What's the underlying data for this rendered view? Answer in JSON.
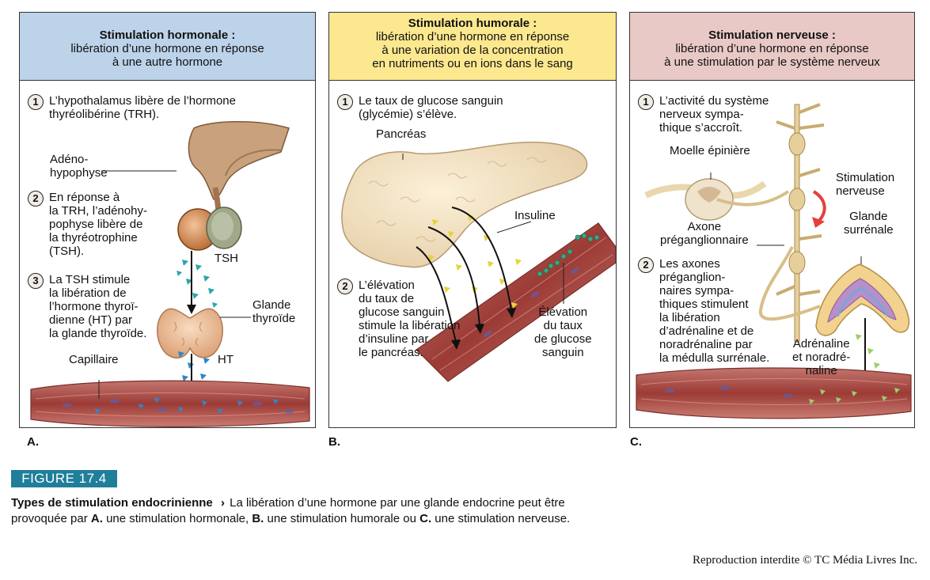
{
  "panels": {
    "a": {
      "title": "Stimulation hormonale :",
      "subtitle": "libération d’une hormone en réponse\nà une autre hormone",
      "letter": "A.",
      "steps": [
        {
          "num": "1",
          "text": "L’hypothalamus libère de l’hormone\nthyréolibérine (TRH)."
        },
        {
          "num": "2",
          "text": "En réponse à\nla TRH, l’adénohy-\npophyse libère de\nla thyréotrophine\n(TSH)."
        },
        {
          "num": "3",
          "text": "La TSH stimule\nla libération de\nl’hormone thyroï-\ndienne (HT) par\nla glande thyroïde."
        }
      ],
      "labels": {
        "adenohypophyse": "Adéno-\nhypophyse",
        "tsh": "TSH",
        "glande_thyroide": "Glande\nthyroïde",
        "ht": "HT",
        "capillaire": "Capillaire"
      }
    },
    "b": {
      "title": "Stimulation humorale :",
      "subtitle": "libération d’une hormone en réponse\nà une variation de la concentration\nen nutriments ou en ions dans le sang",
      "letter": "B.",
      "steps": [
        {
          "num": "1",
          "text": "Le taux de glucose sanguin\n(glycémie) s’élève."
        },
        {
          "num": "2",
          "text": "L’élévation\ndu taux de\nglucose sanguin\nstimule la libération\nd’insuline par\nle pancréas."
        }
      ],
      "labels": {
        "pancreas": "Pancréas",
        "insuline": "Insuline",
        "elevation": "Élévation\ndu taux\nde glucose\nsanguin"
      }
    },
    "c": {
      "title": "Stimulation nerveuse :",
      "subtitle": "libération d’une hormone en réponse\nà une stimulation par le système nerveux",
      "letter": "C.",
      "steps": [
        {
          "num": "1",
          "text": "L’activité du système\nnerveux sympa-\nthique s’accroît."
        },
        {
          "num": "2",
          "text": "Les axones\npréganglion-\nnaires sympa-\nthiques stimulent\nla libération\nd’adrénaline et de\nnoradrénaline par\nla médulla surrénale."
        }
      ],
      "labels": {
        "moelle": "Moelle épinière",
        "stimulation": "Stimulation\nnerveuse",
        "axone": "Axone\npréganglionnaire",
        "glande_surrenale": "Glande\nsurrénale",
        "adrenaline": "Adrénaline\net noradré-\nnaline"
      }
    }
  },
  "figure": {
    "badge": "FIGURE 17.4",
    "caption_title": "Types de stimulation endocrinienne",
    "caption_arrow": "›",
    "caption_parts": [
      {
        "t": " La libération d’une hormone par une glande endocrine peut être provoquée par ",
        "b": false
      },
      {
        "t": "A.",
        "b": true
      },
      {
        "t": " une stimulation hormonale, ",
        "b": false
      },
      {
        "t": "B.",
        "b": true
      },
      {
        "t": " une stimulation humorale ou ",
        "b": false
      },
      {
        "t": "C.",
        "b": true
      },
      {
        "t": " une stimulation nerveuse.",
        "b": false
      }
    ]
  },
  "copyright": "Reproduction interdite © TC Média Livres Inc.",
  "colors": {
    "panel_a_header": "#bcd3ea",
    "panel_b_header": "#fce88f",
    "panel_c_header": "#e8c9c6",
    "badge": "#1f7e9a",
    "vessel": "#b24b45",
    "tsh_marker": "#2aa6a8",
    "ht_marker": "#2f86c8",
    "insulin_marker": "#e6d33a",
    "glucose_marker": "#3aa882",
    "adrenaline_marker": "#9ccf6a"
  },
  "icons": [
    "pituitary-gland-icon",
    "thyroid-gland-icon",
    "pancreas-icon",
    "spinal-cord-icon",
    "adrenal-gland-icon",
    "blood-vessel-icon"
  ]
}
